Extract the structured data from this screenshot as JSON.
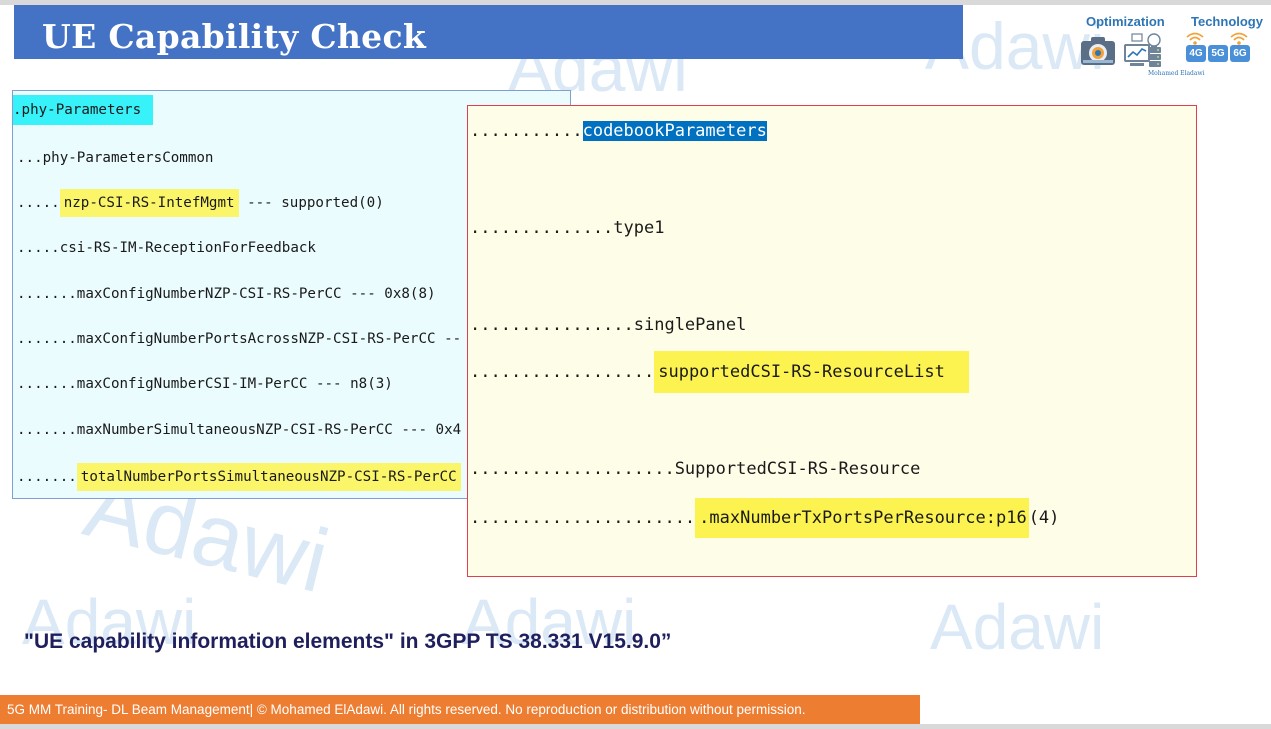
{
  "slide": {
    "title": "UE Capability Check",
    "caption": "\"UE capability information elements\" in 3GPP TS 38.331 V15.9.0”",
    "footer": "5G MM Training- DL Beam Management| © Mohamed ElAdawi. All rights reserved. No reproduction or distribution without permission."
  },
  "watermark": {
    "text": "Adawi"
  },
  "logo": {
    "left_word": "Optimization",
    "right_word": "Technology",
    "author": "Mohamed Eladawi",
    "generations": [
      "4G",
      "5G",
      "6G"
    ],
    "icons": [
      "camera-icon",
      "chart-bulb-icon",
      "monitor-server-icon",
      "wifi-icon"
    ]
  },
  "left_panel": {
    "lines": [
      {
        "prefix": "",
        "highlight": ".phy-Parameters",
        "suffix": ""
      },
      {
        "prefix": "...phy-ParametersCommon",
        "highlight": "",
        "suffix": ""
      },
      {
        "prefix": ".....",
        "highlight": "nzp-CSI-RS-IntefMgmt",
        "suffix": " --- supported(0)"
      },
      {
        "prefix": ".....csi-RS-IM-ReceptionForFeedback",
        "highlight": "",
        "suffix": ""
      },
      {
        "prefix": ".......maxConfigNumberNZP-CSI-RS-PerCC --- 0x8(8)",
        "highlight": "",
        "suffix": ""
      },
      {
        "prefix": ".......maxConfigNumberPortsAcrossNZP-CSI-RS-PerCC --",
        "highlight": "",
        "suffix": ""
      },
      {
        "prefix": ".......maxConfigNumberCSI-IM-PerCC --- n8(3)",
        "highlight": "",
        "suffix": ""
      },
      {
        "prefix": ".......maxNumberSimultaneousNZP-CSI-RS-PerCC --- 0x4",
        "highlight": "",
        "suffix": ""
      },
      {
        "prefix": ".......",
        "highlight": "totalNumberPortsSimultaneousNZP-CSI-RS-PerCC",
        "suffix": ""
      }
    ]
  },
  "right_panel": {
    "lines": [
      {
        "prefix": "...........",
        "highlight": "codebookParameters",
        "suffix": ""
      },
      {
        "prefix": "..............type1",
        "highlight": "",
        "suffix": ""
      },
      {
        "prefix": "................singlePanel",
        "highlight": "",
        "suffix": ""
      },
      {
        "prefix": "..................",
        "highlight": "supportedCSI-RS-ResourceList",
        "suffix": ""
      },
      {
        "prefix": "....................SupportedCSI-RS-Resource",
        "highlight": "",
        "suffix": ""
      },
      {
        "prefix": "......................",
        "highlight": ".maxNumberTxPortsPerResource:p16",
        "suffix": " (4)"
      }
    ]
  },
  "colors": {
    "title_bar": "#4472c4",
    "footer_bar": "#ed7d31",
    "left_panel_bg": "#ebfcff",
    "right_panel_bg": "#fefde7",
    "right_panel_border": "#e0404b",
    "highlight_cyan": "#38f2fa",
    "highlight_yellow": "#fcf350",
    "highlight_blue": "#0070c0"
  }
}
